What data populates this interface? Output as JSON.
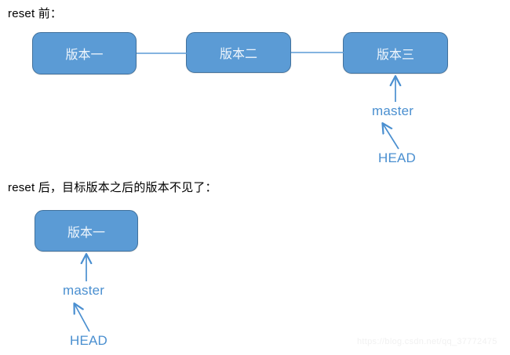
{
  "page": {
    "background_color": "#ffffff",
    "box_fill_color": "#5b9bd5",
    "box_border_color": "#41719c",
    "box_text_color": "#eef5fc",
    "connector_color": "#5b9bd5",
    "arrow_color": "#4a8fd0",
    "title_color": "#000000",
    "watermark_color": "#f1f1f1"
  },
  "sections": {
    "before": {
      "title": "reset 前：",
      "commits": [
        {
          "label": "版本一"
        },
        {
          "label": "版本二"
        },
        {
          "label": "版本三"
        }
      ],
      "refs": {
        "branch": "master",
        "head": "HEAD"
      }
    },
    "after": {
      "title": "reset 后，目标版本之后的版本不见了：",
      "commits": [
        {
          "label": "版本一"
        }
      ],
      "refs": {
        "branch": "master",
        "head": "HEAD"
      }
    }
  },
  "watermark": "https://blog.csdn.net/qq_37772475"
}
